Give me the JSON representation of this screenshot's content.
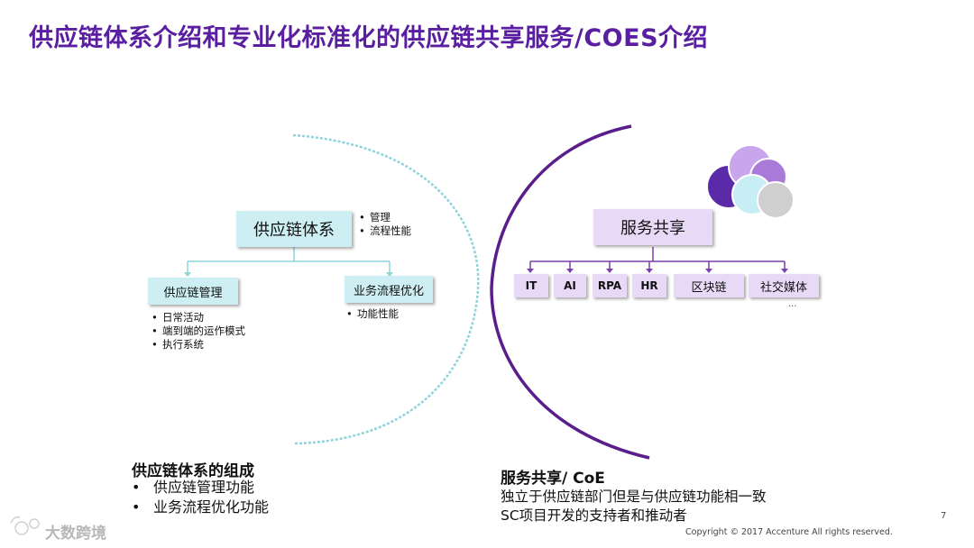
{
  "title": "供应链体系介绍和专业化标准化的供应链共享服务/COES介绍",
  "left": {
    "root": "供应链体系",
    "root_bullets": [
      "管理",
      "流程性能"
    ],
    "child1": "供应链管理",
    "child1_bullets": [
      "日常活动",
      "端到端的运作模式",
      "执行系统"
    ],
    "child2": "业务流程优化",
    "child2_bullets": [
      "功能性能"
    ]
  },
  "right": {
    "root": "服务共享",
    "children": [
      "IT",
      "AI",
      "RPA",
      "HR",
      "区块链",
      "社交媒体"
    ],
    "ellipsis": "…"
  },
  "bottom_left": {
    "heading": "供应链体系的组成",
    "items": [
      "供应链管理功能",
      "业务流程优化功能"
    ]
  },
  "bottom_right": {
    "heading": "服务共享/ CoE",
    "line1": "独立于供应链部门但是与供应链功能相一致",
    "line2": "SC项目开发的支持者和推动者"
  },
  "page_number": "7",
  "copyright": "Copyright © 2017 Accenture  All rights reserved.",
  "watermark": "大数跨境",
  "colors": {
    "title": "#5a1ea0",
    "right_arc": "#5a1e8c",
    "left_arc": "#8fd3dc",
    "cyan_box": "#cdeff3",
    "lavender_box": "#e8d9f7"
  }
}
